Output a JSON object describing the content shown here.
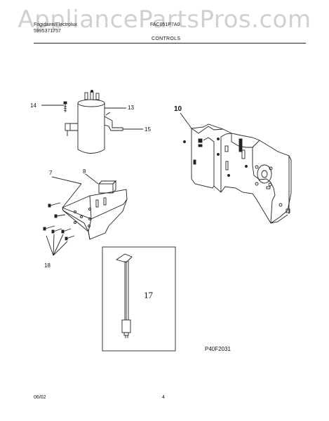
{
  "watermark": "AppliancePartsPros.com",
  "header": {
    "brand": "Frigidaire/Electrolux",
    "part_number": "5995371757",
    "model": "FAC051P7A0",
    "section": "CONTROLS"
  },
  "callouts": {
    "c7": "7",
    "c8": "8",
    "c10": "10",
    "c13": "13",
    "c14": "14",
    "c15": "15",
    "c17": "17",
    "c18": "18"
  },
  "figure_code": "P40F2031",
  "footer": {
    "date": "06/02",
    "page": "4"
  }
}
